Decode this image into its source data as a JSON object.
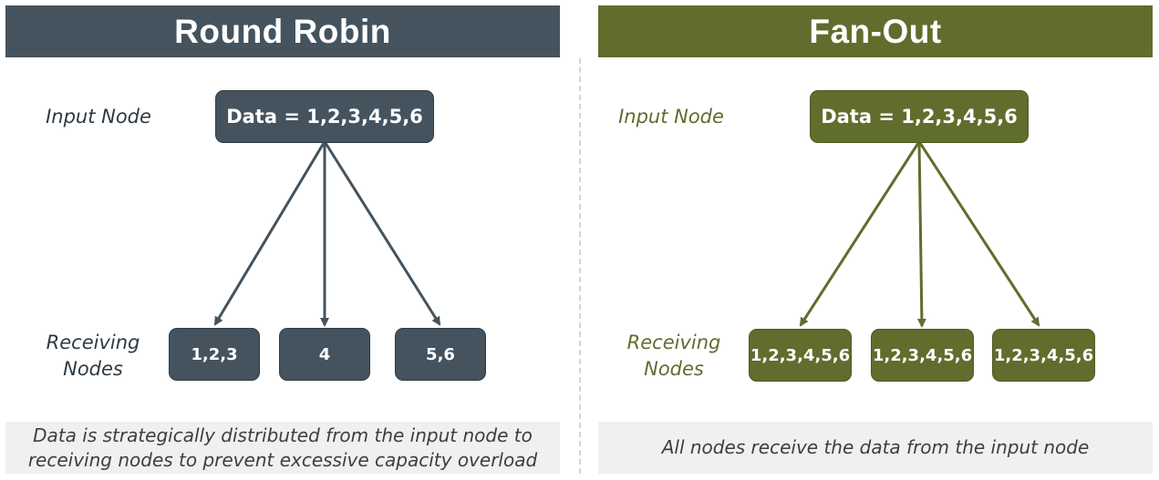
{
  "round_robin": {
    "title": "Round Robin",
    "input_label": "Input Node",
    "input_node": "Data = 1,2,3,4,5,6",
    "receiving_label_line1": "Receiving",
    "receiving_label_line2": "Nodes",
    "receiving_nodes": [
      "1,2,3",
      "4",
      "5,6"
    ],
    "caption_line1": "Data is strategically distributed from the input node to",
    "caption_line2": "receiving nodes to prevent excessive capacity overload",
    "color": "#44535e"
  },
  "fan_out": {
    "title": "Fan-Out",
    "input_label": "Input Node",
    "input_node": "Data = 1,2,3,4,5,6",
    "receiving_label_line1": "Receiving",
    "receiving_label_line2": "Nodes",
    "receiving_nodes": [
      "1,2,3,4,5,6",
      "1,2,3,4,5,6",
      "1,2,3,4,5,6"
    ],
    "caption": "All nodes receive the data from the input node",
    "color": "#606d2d"
  }
}
